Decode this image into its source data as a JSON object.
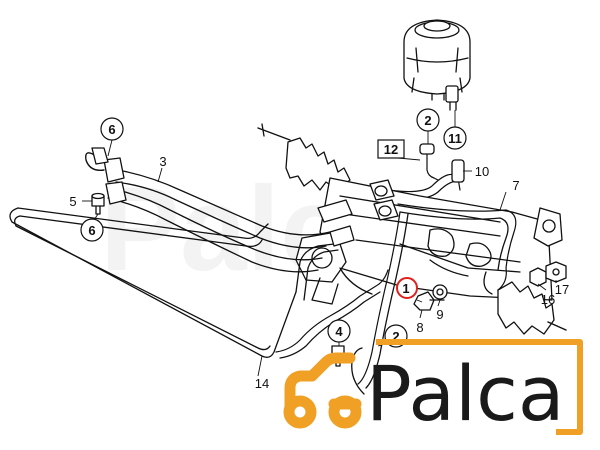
{
  "diagram": {
    "callouts": [
      {
        "id": "c1",
        "label": "1",
        "style": "circle",
        "highlight": true
      },
      {
        "id": "c2a",
        "label": "2",
        "style": "circle"
      },
      {
        "id": "c2b",
        "label": "2",
        "style": "circle"
      },
      {
        "id": "c3",
        "label": "3",
        "style": "plain"
      },
      {
        "id": "c4",
        "label": "4",
        "style": "circle"
      },
      {
        "id": "c5",
        "label": "5",
        "style": "plain"
      },
      {
        "id": "c6a",
        "label": "6",
        "style": "circle"
      },
      {
        "id": "c6b",
        "label": "6",
        "style": "circle"
      },
      {
        "id": "c7",
        "label": "7",
        "style": "plain"
      },
      {
        "id": "c8",
        "label": "8",
        "style": "plain"
      },
      {
        "id": "c9",
        "label": "9",
        "style": "plain"
      },
      {
        "id": "c10",
        "label": "10",
        "style": "plain"
      },
      {
        "id": "c11",
        "label": "11",
        "style": "circle"
      },
      {
        "id": "c12",
        "label": "12",
        "style": "box"
      },
      {
        "id": "c14",
        "label": "14",
        "style": "plain"
      },
      {
        "id": "c16",
        "label": "16",
        "style": "plain"
      },
      {
        "id": "c17",
        "label": "17",
        "style": "plain"
      }
    ],
    "highlight_color": "#e0201c",
    "line_color": "#111111"
  },
  "brand": {
    "name": "Palca",
    "logo_color": "#f0a024",
    "text_color": "#1a1a1a"
  }
}
